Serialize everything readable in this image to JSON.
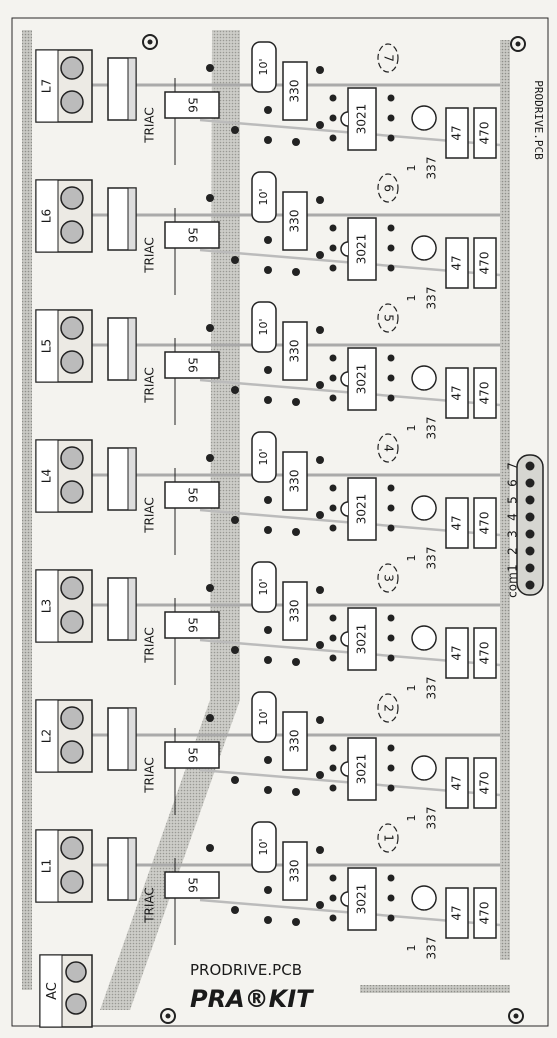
{
  "board": {
    "filename": "PRODRIVE.PCB",
    "logo": "PRA®KIT",
    "side_text": "PRODRIVE.PCB",
    "ac_label": "AC",
    "connector_labels": [
      "com",
      "1",
      "2",
      "3",
      "4",
      "5",
      "6",
      "7"
    ]
  },
  "channels": [
    {
      "load": "L1",
      "triac": "TRIAC",
      "r_gate": "56",
      "cap": "10'",
      "r_330": "330",
      "opto": "3021",
      "num": "1",
      "transistor": "337",
      "tlabel": "1",
      "r_47": "47",
      "r_470": "470"
    },
    {
      "load": "L2",
      "triac": "TRIAC",
      "r_gate": "56",
      "cap": "10'",
      "r_330": "330",
      "opto": "3021",
      "num": "2",
      "transistor": "337",
      "tlabel": "1",
      "r_47": "47",
      "r_470": "470"
    },
    {
      "load": "L3",
      "triac": "TRIAC",
      "r_gate": "56",
      "cap": "10'",
      "r_330": "330",
      "opto": "3021",
      "num": "3",
      "transistor": "337",
      "tlabel": "1",
      "r_47": "47",
      "r_470": "470"
    },
    {
      "load": "L4",
      "triac": "TRIAC",
      "r_gate": "56",
      "cap": "10'",
      "r_330": "330",
      "opto": "3021",
      "num": "4",
      "transistor": "337",
      "tlabel": "1",
      "r_47": "47",
      "r_470": "470"
    },
    {
      "load": "L5",
      "triac": "TRIAC",
      "r_gate": "56",
      "cap": "10'",
      "r_330": "330",
      "opto": "3021",
      "num": "5",
      "transistor": "337",
      "tlabel": "1",
      "r_47": "47",
      "r_470": "470"
    },
    {
      "load": "L6",
      "triac": "TRIAC",
      "r_gate": "56",
      "cap": "10'",
      "r_330": "330",
      "opto": "3021",
      "num": "6",
      "transistor": "337",
      "tlabel": "1",
      "r_47": "47",
      "r_470": "470"
    },
    {
      "load": "L7",
      "triac": "TRIAC",
      "r_gate": "56",
      "cap": "10'",
      "r_330": "330",
      "opto": "3021",
      "num": "7",
      "transistor": "337",
      "tlabel": "1",
      "r_47": "47",
      "r_470": "470"
    }
  ]
}
